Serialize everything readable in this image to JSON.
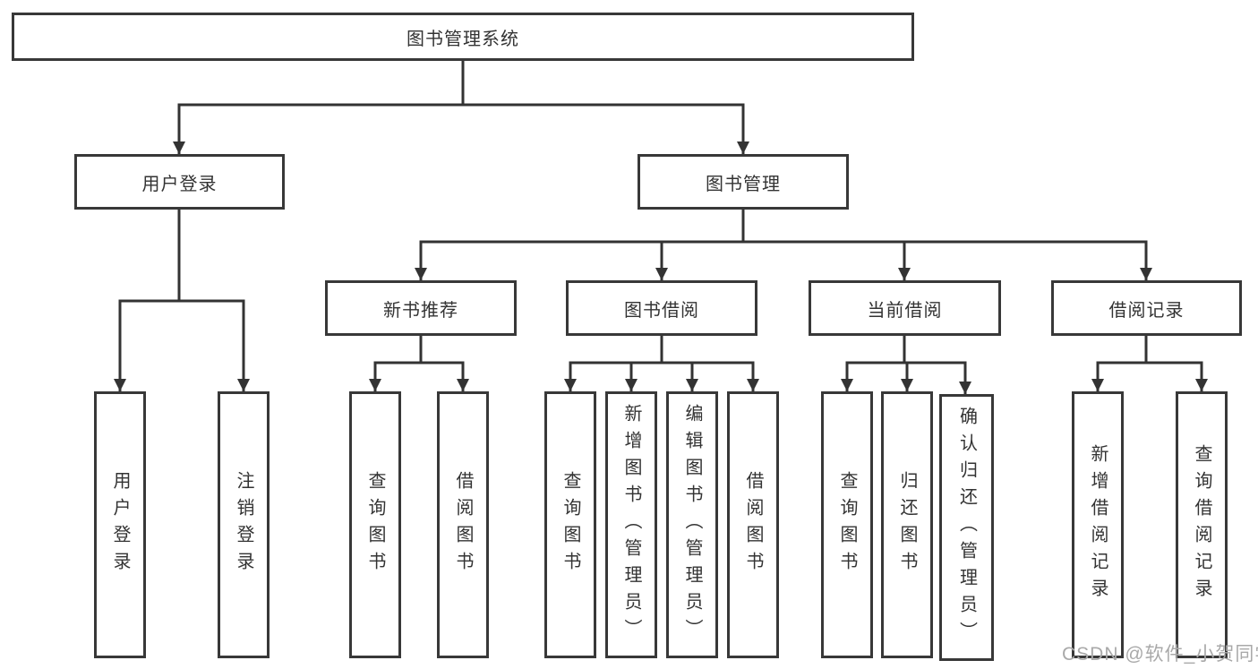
{
  "tree": {
    "root": {
      "label": "图书管理系统"
    },
    "branches": [
      {
        "label": "用户登录",
        "children": [
          {
            "label": "用户登录"
          },
          {
            "label": "注销登录"
          }
        ]
      },
      {
        "label": "图书管理",
        "groups": [
          {
            "label": "新书推荐",
            "children": [
              {
                "label": "查询图书"
              },
              {
                "label": "借阅图书"
              }
            ]
          },
          {
            "label": "图书借阅",
            "children": [
              {
                "label": "查询图书"
              },
              {
                "label": "新增图书（管理员）"
              },
              {
                "label": "编辑图书（管理员）"
              },
              {
                "label": "借阅图书"
              }
            ]
          },
          {
            "label": "当前借阅",
            "children": [
              {
                "label": "查询图书"
              },
              {
                "label": "归还图书"
              },
              {
                "label": "确认归还（管理员）"
              }
            ]
          },
          {
            "label": "借阅记录",
            "children": [
              {
                "label": "新增借阅记录"
              },
              {
                "label": "查询借阅记录"
              }
            ]
          }
        ]
      }
    ]
  },
  "watermark": {
    "text": "CSDN @软件_小贺同学"
  },
  "colors": {
    "line": "#333333",
    "box_border": "#383838",
    "text": "#333333",
    "watermark": "#a9a9a9",
    "background": "#ffffff"
  }
}
